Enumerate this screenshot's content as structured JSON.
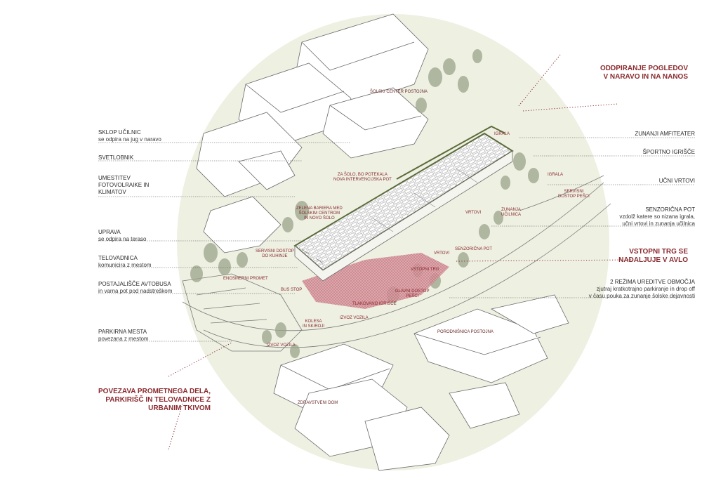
{
  "colors": {
    "accent": "#8a2a2f",
    "green": "#6d7a4d",
    "vegetation": "#9aa48a",
    "plaza": "#b85a66",
    "line": "#5a5a5a",
    "bg_circle": "#eef0e2"
  },
  "left_labels": [
    {
      "title": "SKLOP UČILNIC",
      "sub": "se odpira na jug v naravo"
    },
    {
      "title": "SVETLOBNIK",
      "sub": ""
    },
    {
      "title": "UMESTITEV",
      "sub": ""
    },
    {
      "title": "FOTOVOLRAIKE IN",
      "sub": ""
    },
    {
      "title": "KLIMATOV",
      "sub": ""
    },
    {
      "title": "UPRAVA",
      "sub": "se odpira na teraso"
    },
    {
      "title": "TELOVADNICA",
      "sub": "komunicira z mestom"
    },
    {
      "title": "POSTAJALIŠČE AVTOBUSA",
      "sub": "in varna pot pod nadstreškom"
    },
    {
      "title": "PARKIRNA MESTA",
      "sub": "povezana z mestom"
    }
  ],
  "right_labels": [
    {
      "title": "ZUNANJI AMFITEATER",
      "sub": ""
    },
    {
      "title": "ŠPORTNO IGRIŠČE",
      "sub": ""
    },
    {
      "title": "UČNI VRTOVI",
      "sub": ""
    },
    {
      "title": "SENZORIČNA POT",
      "sub1": "vzdolž katere so nizana igrala,",
      "sub2": "učni vrtovi in zunanja učilnica"
    },
    {
      "title": "2 REŽIMA UREDITVE OBMOČJA",
      "sub1": "zjutraj kratkotrajno parkiranje in drop off",
      "sub2": "v času pouka za zunanje šolske dejavnosti"
    }
  ],
  "headlines": {
    "top_right": [
      "ODDPIRANJE POGLEDOV",
      "V NARAVO IN NA NANOS"
    ],
    "mid_right": [
      "VSTOPNI TRG SE",
      "NADALJUJE V AVLO"
    ],
    "bottom_left": [
      "POVEZAVA PROMETNEGA DELA,",
      "PARKIRIŠČ IN TELOVADNICE Z",
      "URBANIM TKIVOM"
    ]
  },
  "map_tags": {
    "solski_center": "ŠOLSKI CENTER POSTOJNA",
    "igrala_top": "IGRALA",
    "igrala_right": "IGRALA",
    "za_solo": [
      "ZA ŠOLO, BO POTEKALA",
      "NOVA INTERVENCIJSKA POT"
    ],
    "zelena_bariera": [
      "ZELENA BARIERA MED",
      "ŠOLSKIM CENTROM",
      "IN NOVO ŠOLO"
    ],
    "servisni_kuhinja": [
      "SERVISNI DOSTOP",
      "DO KUHINJE"
    ],
    "servisni_pesci": [
      "SERVISNI",
      "DOSTOP PEŠCI"
    ],
    "vrtovi_a": "VRTOVI",
    "vrtovi_b": "VRTOVI",
    "zunanja_ucilnica": [
      "ZUNANJA",
      "UČILNICA"
    ],
    "senzoricna_pot": "SENZORIČNA POT",
    "vstopni_trg": "VSTOPNI TRG",
    "glavni_dostop": [
      "GLAVNI DOSTOP",
      "PEŠCI"
    ],
    "tlakovano": "TLAKOVANO IGRIŠČE",
    "enosmerni": "ENOSMERNI PROMET",
    "bus_stop": "BUS STOP",
    "kolesa": [
      "KOLESA",
      "IN SKIROJI"
    ],
    "izvoz_a": "IZVOZ VOZILA",
    "izvoz_b": "IZVOZ VOZILA",
    "porodnisnica": "PORODNIŠNICA POSTOJNA",
    "zdravstveni": "ZDRAVSTVENI DOM"
  }
}
